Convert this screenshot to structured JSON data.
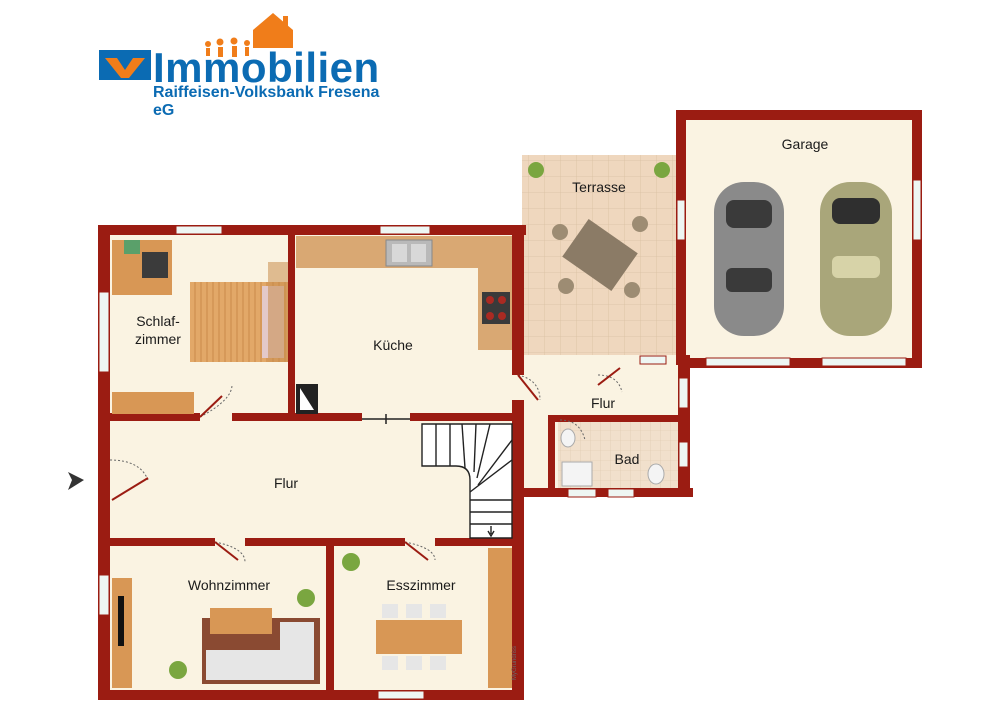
{
  "logo": {
    "word": "Immobilien",
    "subtitle": "Raiffeisen-Volksbank Fresena eG",
    "brand_blue": "#0b6bb3",
    "brand_orange": "#f07d1a"
  },
  "rooms": {
    "garage": "Garage",
    "terrasse": "Terrasse",
    "kueche": "Küche",
    "schlafzimmer_1": "Schlaf-",
    "schlafzimmer_2": "zimmer",
    "flur_small": "Flur",
    "bad": "Bad",
    "flur_main": "Flur",
    "wohnzimmer": "Wohnzimmer",
    "esszimmer": "Esszimmer"
  },
  "credit": "MyGrundriss",
  "colors": {
    "wall": "#9b1c12",
    "floor": "#faf3e2",
    "terrace_tile": "#efd7be",
    "bath_tile": "#f1e0cc",
    "counter": "#d9a873",
    "wood": "#d89755"
  }
}
